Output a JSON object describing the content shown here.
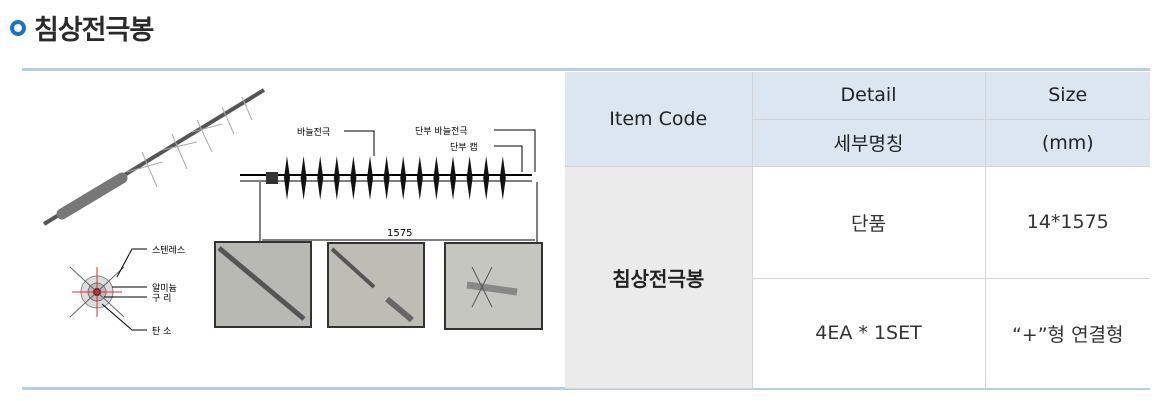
{
  "title": "침상전극봉",
  "figure": {
    "labels": {
      "needle": "바늘전극",
      "end_needle": "단부 바늘전극",
      "end_cap": "단부 캡",
      "length": "1575"
    },
    "section_labels": [
      "스텐레스",
      "알미늄",
      "구 리",
      "탄 소"
    ]
  },
  "table": {
    "headers": {
      "item_code": "Item Code",
      "detail": "Detail",
      "detail_sub": "세부명칭",
      "size": "Size",
      "size_sub": "(mm)"
    },
    "item": "침상전극봉",
    "rows": [
      {
        "detail": "단품",
        "size": "14*1575"
      },
      {
        "detail": "4EA * 1SET",
        "size": "“+”형 연결형"
      }
    ]
  },
  "colors": {
    "accent": "#1a73c8",
    "header_bg": "#dce6f1",
    "rule": "#b8cce4"
  }
}
